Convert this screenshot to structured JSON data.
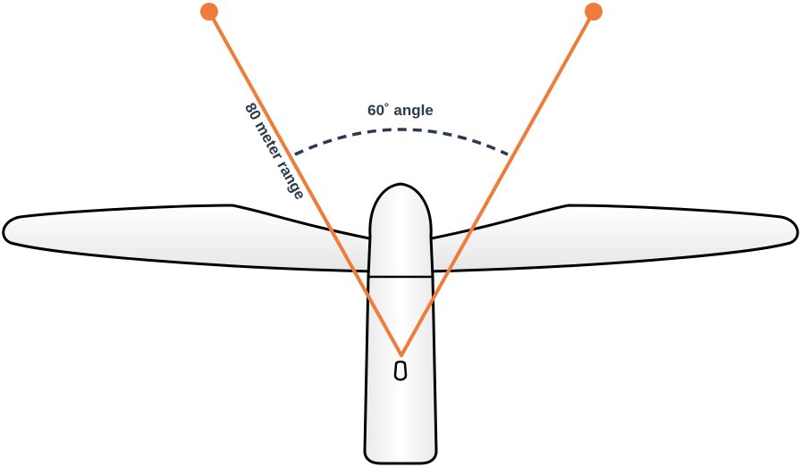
{
  "labels": {
    "angle": "60˚ angle",
    "range": "80 meter range"
  },
  "colors": {
    "sensor_lines": "#ee7d3b",
    "angle_arc": "#2b3a4e",
    "text": "#2b3a4e",
    "aircraft_fill": "#f2f2f2",
    "aircraft_stroke": "#000000"
  },
  "diagram": {
    "field_of_view_degrees": 60,
    "range_meters": 80
  }
}
